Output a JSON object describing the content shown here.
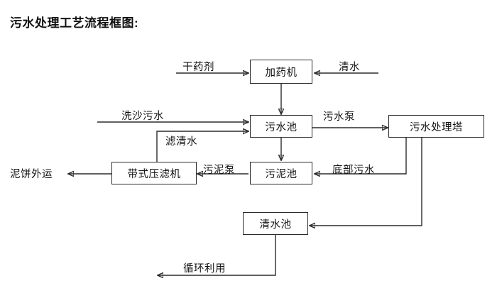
{
  "title": "污水处理工艺流程框图:",
  "nodes": {
    "dosing_machine": "加药机",
    "wastewater_pool": "污水池",
    "treatment_tower": "污水处理塔",
    "sludge_pool": "污泥池",
    "belt_filter_press": "带式压滤机",
    "clean_water_pool": "清水池"
  },
  "edge_labels": {
    "dry_chemical": "干药剂",
    "clean_water": "清水",
    "sand_wash_wastewater": "洗沙污水",
    "filtered_clean_water": "滤清水",
    "wastewater_pump": "污水泵",
    "sludge_pump": "污泥泵",
    "bottom_wastewater": "底部污水",
    "mud_cake_out": "泥饼外运",
    "recycle_reuse": "循环利用"
  },
  "colors": {
    "stroke": "#2b2b2b",
    "text": "#111111",
    "background": "#ffffff"
  }
}
